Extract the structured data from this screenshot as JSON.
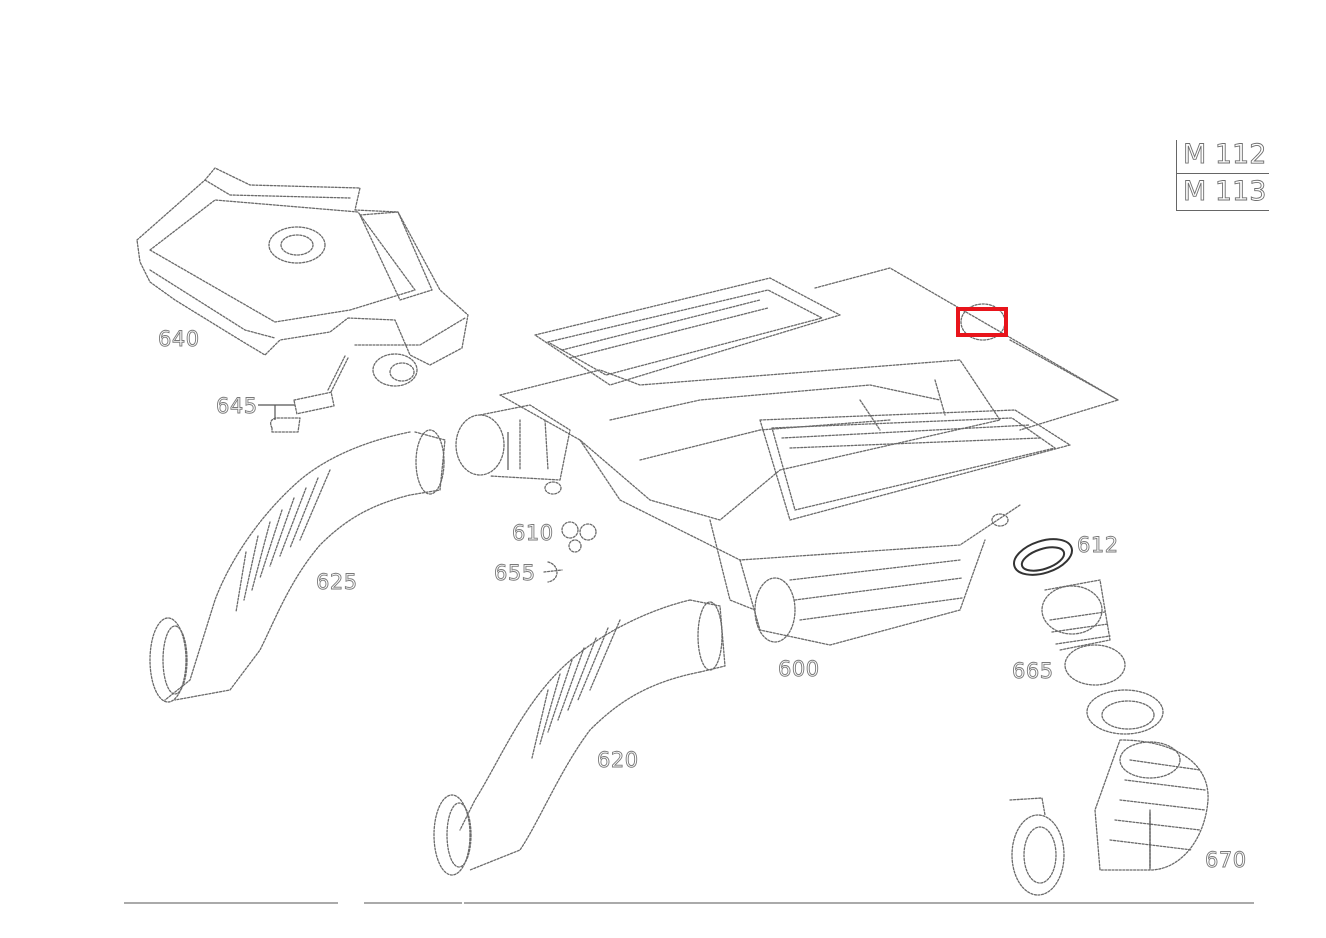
{
  "diagram": {
    "engine_codes": [
      "M 112",
      "M 113"
    ],
    "part_labels": {
      "p600": "600",
      "p610": "610",
      "p612": "612",
      "p620": "620",
      "p625": "625",
      "p640": "640",
      "p645": "645",
      "p655": "655",
      "p665": "665",
      "p670": "670"
    },
    "highlight_color": "#e8141b",
    "line_color": "#6a6a6a"
  }
}
